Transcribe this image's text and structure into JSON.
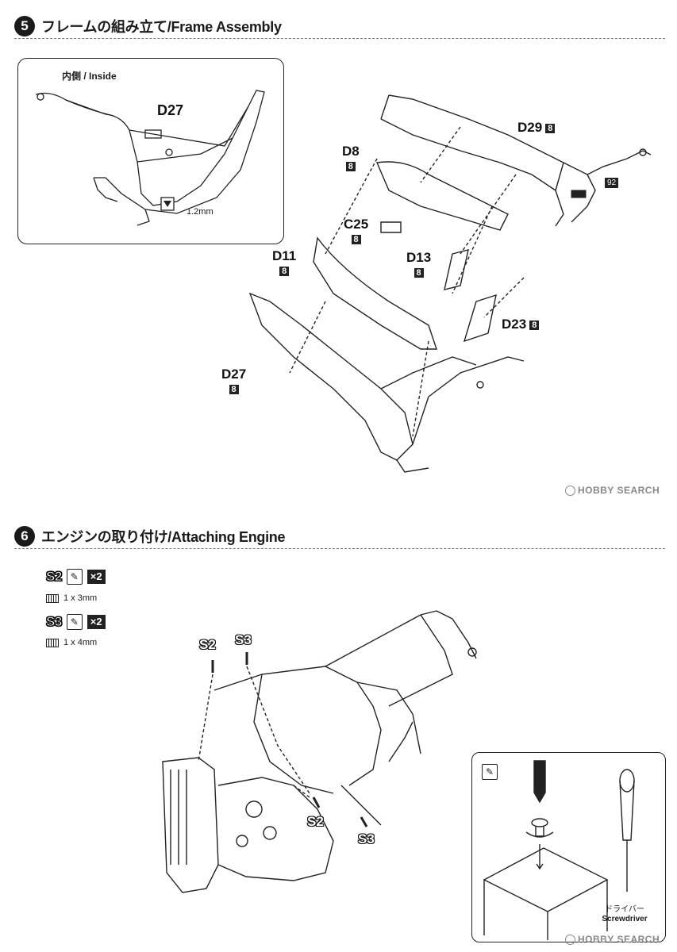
{
  "step5": {
    "number": "5",
    "title": "フレームの組み立て/Frame Assembly",
    "inset": {
      "label": "内側 / Inside",
      "part": "D27",
      "drill_size": "1.2mm"
    },
    "parts": [
      {
        "code": "D29",
        "badge": "8"
      },
      {
        "code": "D8",
        "badge": "8"
      },
      {
        "code": "C25",
        "badge": "8"
      },
      {
        "code": "D13",
        "badge": "8"
      },
      {
        "code": "D11",
        "badge": "8"
      },
      {
        "code": "D23",
        "badge": "8"
      },
      {
        "code": "D27",
        "badge": "8"
      }
    ],
    "decal_badge": "92"
  },
  "step6": {
    "number": "6",
    "title": "エンジンの取り付け/Attaching Engine",
    "screws": [
      {
        "code": "S2",
        "qty": "×2",
        "size": "1 x 3mm"
      },
      {
        "code": "S3",
        "qty": "×2",
        "size": "1 x 4mm"
      }
    ],
    "callouts": {
      "top_s2": "S2",
      "top_s3": "S3",
      "bottom_s2": "S2",
      "bottom_s3": "S3"
    },
    "screwdriver_label_jp": "ドライバー",
    "screwdriver_label_en": "Screwdriver"
  },
  "watermark": "HOBBY SEARCH",
  "icons": {
    "drill": "drill-bit-icon",
    "screwdriver": "screwdriver-icon",
    "screw": "screw-icon"
  }
}
